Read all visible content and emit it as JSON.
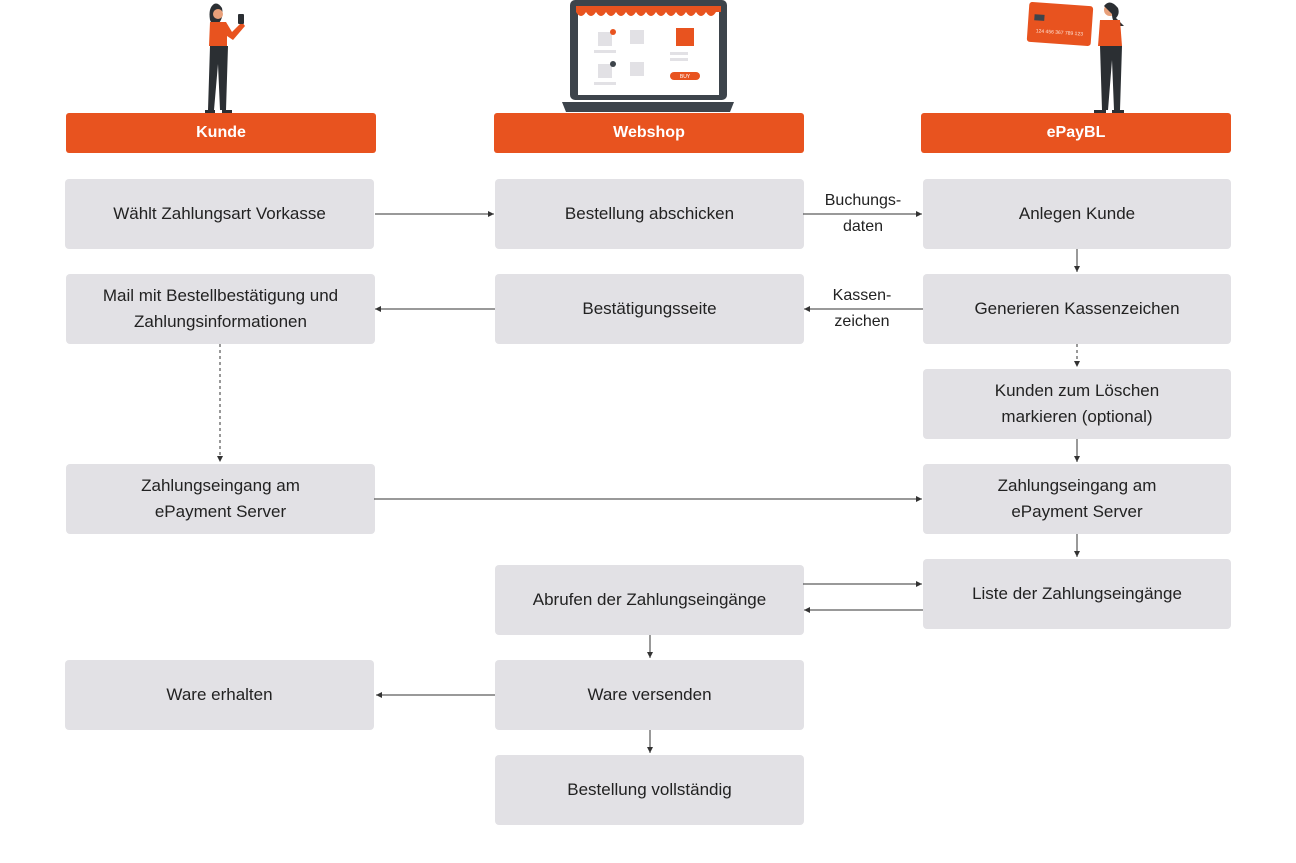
{
  "lanes": {
    "customer": "Kunde",
    "webshop": "Webshop",
    "epaybl": "ePayBL"
  },
  "steps": {
    "select_payment": "Wählt Zahlungsart Vorkasse",
    "submit_order": "Bestellung abschicken",
    "create_customer": "Anlegen Kunde",
    "mail_confirmation": "Mail mit Bestellbestätigung und Zahlungsinformationen",
    "confirmation_page": "Bestätigungsseite",
    "generate_cash_sign": "Generieren Kassenzeichen",
    "mark_customer_delete": "Kunden zum Löschen markieren (optional)",
    "payment_receipt_customer": "Zahlungseingang am ePayment Server",
    "payment_receipt_epaybl": "Zahlungseingang am ePayment Server",
    "fetch_payments": "Abrufen der Zahlungseingänge",
    "payment_list": "Liste der Zahlungseingänge",
    "receive_goods": "Ware erhalten",
    "ship_goods": "Ware versenden",
    "order_complete": "Bestellung vollständig"
  },
  "edge_labels": {
    "booking_data": "Buchungs-\ndaten",
    "cash_sign": "Kassen-\nzeichen"
  },
  "illustrations": {
    "customer": "woman-with-phone-illustration",
    "webshop": "laptop-shop-illustration",
    "epaybl": "woman-with-credit-card-illustration",
    "card_number": "124 456 367 789 123",
    "buy_button": "BUY"
  },
  "colors": {
    "accent": "#e8531f",
    "box": "#e2e1e5",
    "connector": "#333333"
  }
}
